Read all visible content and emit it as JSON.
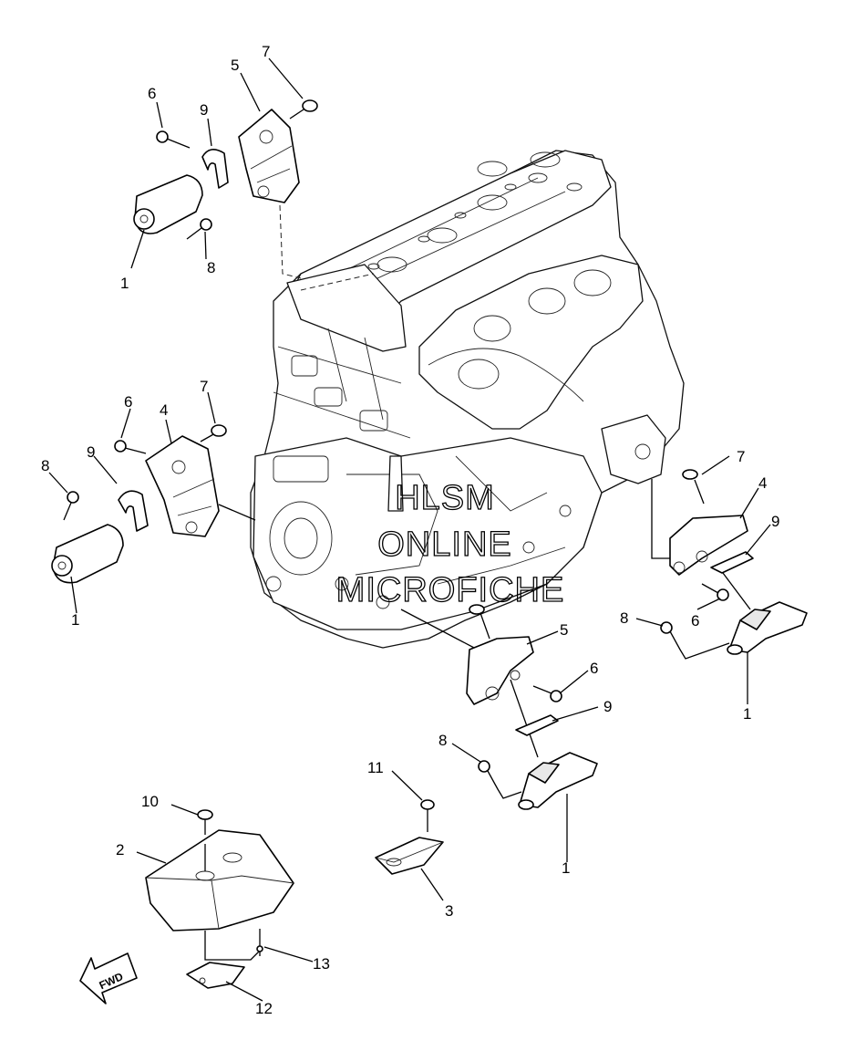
{
  "watermark": {
    "line1": "HLSM",
    "line2": "ONLINE",
    "line3": "MICROFICHE"
  },
  "callouts": {
    "c1a": "1",
    "c1b": "1",
    "c1c": "1",
    "c1d": "1",
    "c2": "2",
    "c3": "3",
    "c4a": "4",
    "c4b": "4",
    "c5a": "5",
    "c5b": "5",
    "c6a": "6",
    "c6b": "6",
    "c6c": "6",
    "c6d": "6",
    "c7a": "7",
    "c7b": "7",
    "c7c": "7",
    "c8a": "8",
    "c8b": "8",
    "c8c": "8",
    "c8d": "8",
    "c9a": "9",
    "c9b": "9",
    "c9c": "9",
    "c9d": "9",
    "c10": "10",
    "c11": "11",
    "c12": "12",
    "c13": "13"
  },
  "direction_arrow": {
    "label": "FWD"
  }
}
